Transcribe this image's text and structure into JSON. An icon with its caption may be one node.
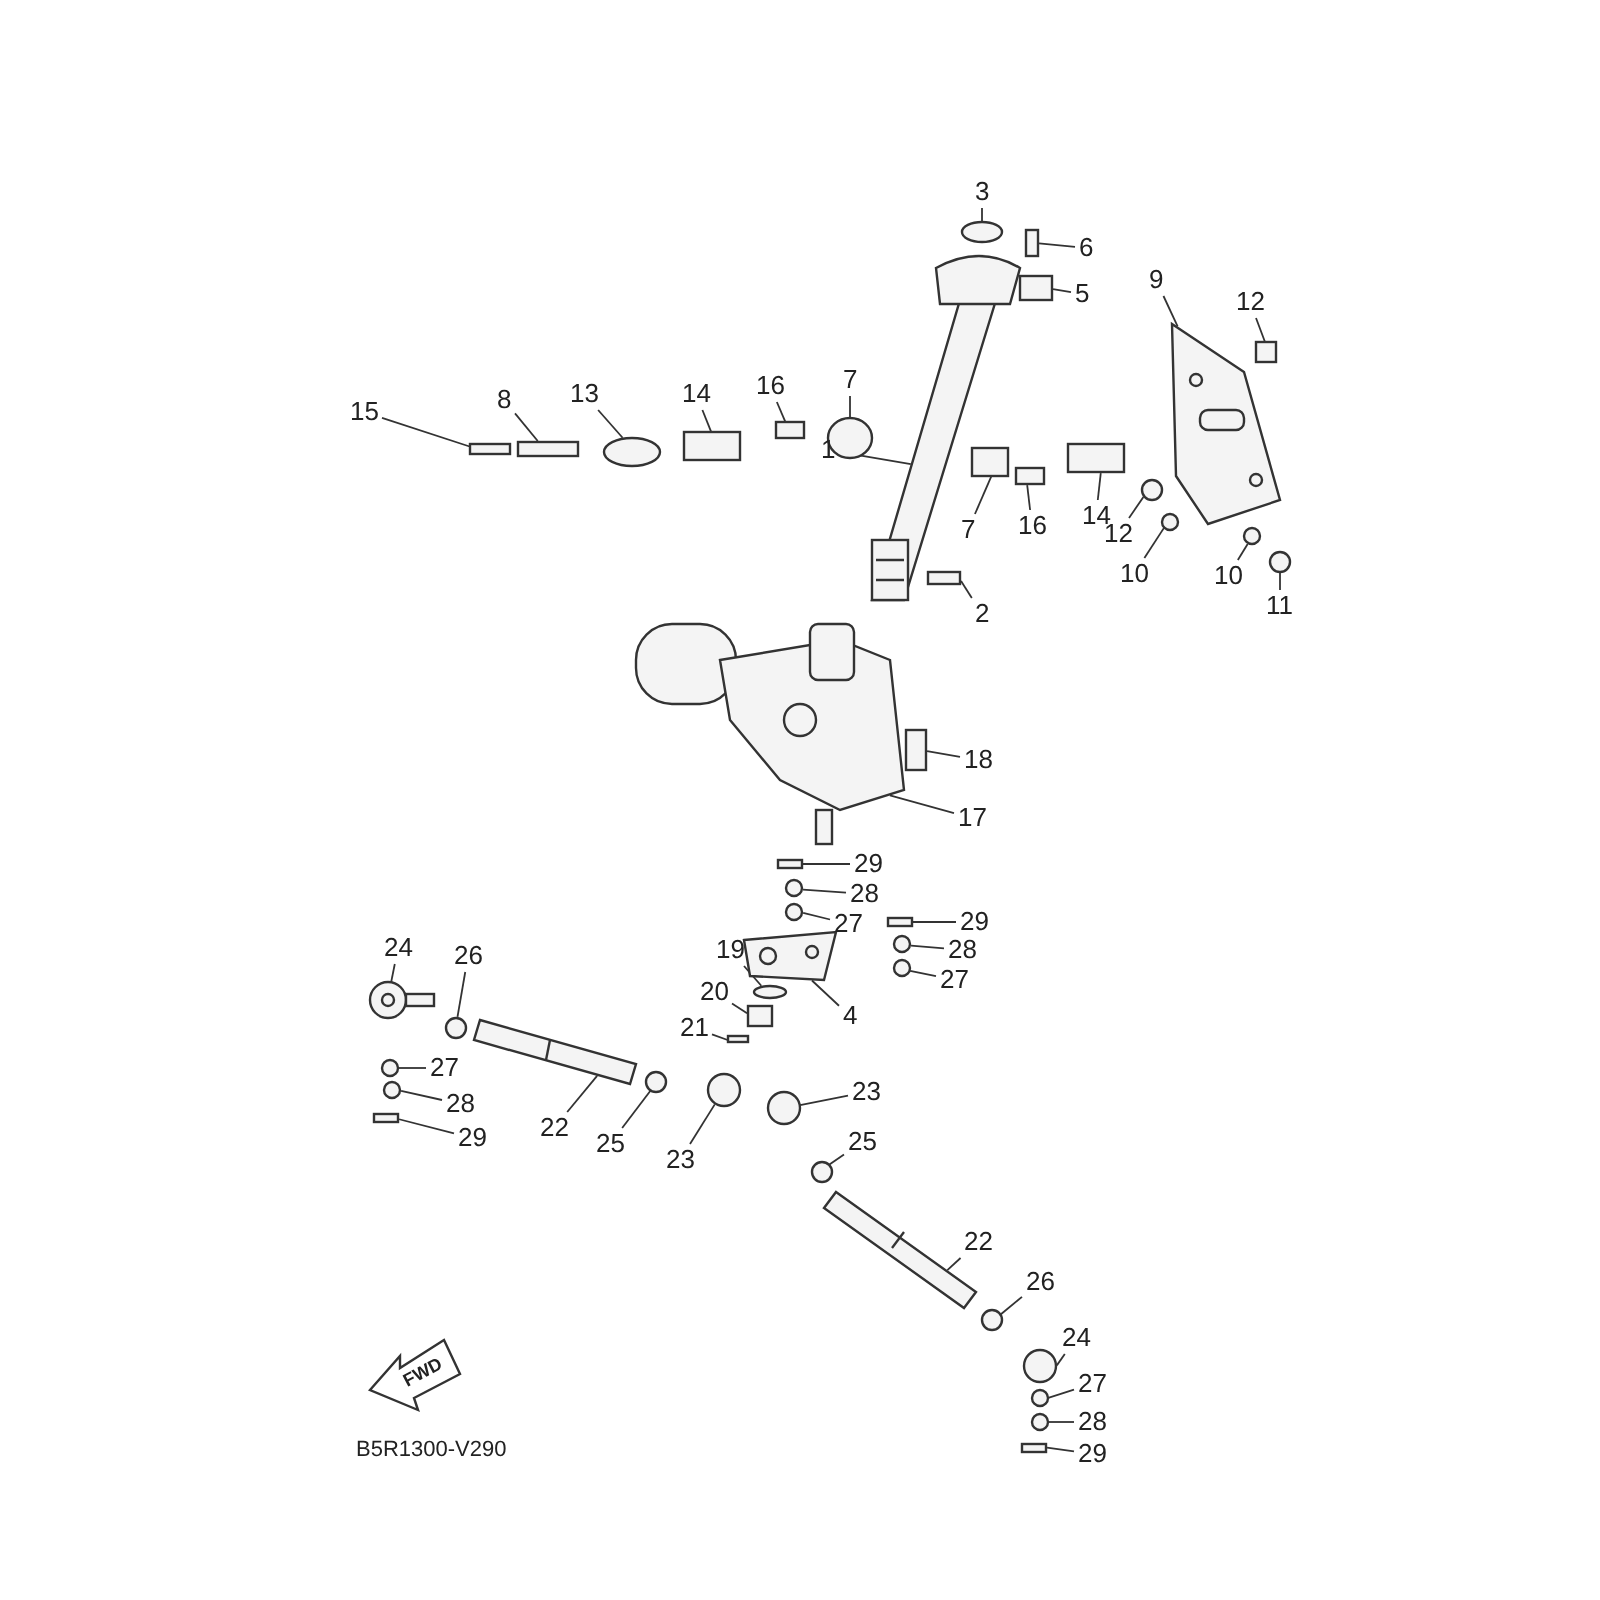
{
  "diagram": {
    "nodes": [
      {
        "text": [
          "3"
        ]
      },
      {
        "text": [
          "6"
        ]
      },
      {
        "text": [
          "5"
        ]
      },
      {
        "text": [
          "9"
        ]
      },
      {
        "text": [
          "12"
        ]
      },
      {
        "text": [
          "15"
        ]
      },
      {
        "text": [
          "8"
        ]
      },
      {
        "text": [
          "13"
        ]
      },
      {
        "text": [
          "14"
        ]
      },
      {
        "text": [
          "16"
        ]
      },
      {
        "text": [
          "7"
        ]
      },
      {
        "text": [
          "1"
        ]
      },
      {
        "text": [
          "7"
        ]
      },
      {
        "text": [
          "16"
        ]
      },
      {
        "text": [
          "14"
        ]
      },
      {
        "text": [
          "12"
        ]
      },
      {
        "text": [
          "10"
        ]
      },
      {
        "text": [
          "10"
        ]
      },
      {
        "text": [
          "11"
        ]
      },
      {
        "text": [
          "2"
        ]
      },
      {
        "text": [
          "18"
        ]
      },
      {
        "text": [
          "17"
        ]
      },
      {
        "text": [
          "29"
        ]
      },
      {
        "text": [
          "28"
        ]
      },
      {
        "text": [
          "27"
        ]
      },
      {
        "text": [
          "29"
        ]
      },
      {
        "text": [
          "28"
        ]
      },
      {
        "text": [
          "27"
        ]
      },
      {
        "text": [
          "24"
        ]
      },
      {
        "text": [
          "26"
        ]
      },
      {
        "text": [
          "19"
        ]
      },
      {
        "text": [
          "20"
        ]
      },
      {
        "text": [
          "21"
        ]
      },
      {
        "text": [
          "4"
        ]
      },
      {
        "text": [
          "27"
        ]
      },
      {
        "text": [
          "28"
        ]
      },
      {
        "text": [
          "29"
        ]
      },
      {
        "text": [
          "22"
        ]
      },
      {
        "text": [
          "25"
        ]
      },
      {
        "text": [
          "23"
        ]
      },
      {
        "text": [
          "23"
        ]
      },
      {
        "text": [
          "25"
        ]
      },
      {
        "text": [
          "22"
        ]
      },
      {
        "text": [
          "26"
        ]
      },
      {
        "text": [
          "24"
        ]
      },
      {
        "text": [
          "27"
        ]
      },
      {
        "text": [
          "28"
        ]
      },
      {
        "text": [
          "29"
        ]
      },
      {
        "text": [],
        "shape": "circle"
      },
      {
        "text": [],
        "shape": "box"
      },
      {
        "text": [],
        "shape": "box"
      },
      {
        "text": [],
        "shape": "picture"
      },
      {
        "text": [],
        "shape": "box"
      },
      {
        "text": [],
        "shape": "box"
      },
      {
        "text": [],
        "shape": "box"
      },
      {
        "text": [],
        "shape": "circle"
      },
      {
        "text": [],
        "shape": "box"
      },
      {
        "text": [],
        "shape": "box"
      },
      {
        "text": [],
        "shape": "circle"
      },
      {
        "text": [],
        "shape": "picture"
      },
      {
        "text": [],
        "shape": "box"
      },
      {
        "text": [],
        "shape": "box"
      },
      {
        "text": [],
        "shape": "box"
      },
      {
        "text": [],
        "shape": "circle"
      },
      {
        "text": [],
        "shape": "circle"
      },
      {
        "text": [],
        "shape": "circle"
      },
      {
        "text": [],
        "shape": "circle"
      },
      {
        "text": [],
        "shape": "box"
      },
      {
        "text": [],
        "shape": "box"
      },
      {
        "text": [],
        "shape": "picture"
      },
      {
        "text": [],
        "shape": "box"
      },
      {
        "text": [],
        "shape": "circle"
      },
      {
        "text": [],
        "shape": "circle"
      },
      {
        "text": [],
        "shape": "box"
      },
      {
        "text": [],
        "shape": "circle"
      },
      {
        "text": [],
        "shape": "circle"
      },
      {
        "text": [],
        "shape": "picture"
      },
      {
        "text": [],
        "shape": "circle"
      },
      {
        "text": [],
        "shape": "circle"
      },
      {
        "text": [],
        "shape": "box"
      },
      {
        "text": [],
        "shape": "box"
      },
      {
        "text": [],
        "shape": "picture"
      },
      {
        "text": [],
        "shape": "circle"
      },
      {
        "text": [],
        "shape": "circle"
      },
      {
        "text": [],
        "shape": "box"
      },
      {
        "text": [],
        "shape": "picture"
      },
      {
        "text": [],
        "shape": "circle"
      },
      {
        "text": [],
        "shape": "circle"
      },
      {
        "text": [],
        "shape": "circle"
      },
      {
        "text": [],
        "shape": "circle"
      },
      {
        "text": [],
        "shape": "picture"
      },
      {
        "text": [],
        "shape": "circle"
      },
      {
        "text": [],
        "shape": "circle"
      },
      {
        "text": [],
        "shape": "circle"
      },
      {
        "text": [],
        "shape": "circle"
      },
      {
        "text": [],
        "shape": "box"
      }
    ],
    "edges": [
      {
        "from": 0,
        "to": 48,
        "arrow": "none"
      },
      {
        "from": 1,
        "to": 49,
        "arrow": "none"
      },
      {
        "from": 2,
        "to": 50,
        "arrow": "none"
      },
      {
        "from": 3,
        "to": 51,
        "arrow": "none"
      },
      {
        "from": 4,
        "to": 52,
        "arrow": "none"
      },
      {
        "from": 5,
        "to": 53,
        "arrow": "none"
      },
      {
        "from": 6,
        "to": 54,
        "arrow": "none"
      },
      {
        "from": 7,
        "to": 55,
        "arrow": "none"
      },
      {
        "from": 8,
        "to": 56,
        "arrow": "none"
      },
      {
        "from": 9,
        "to": 57,
        "arrow": "none"
      },
      {
        "from": 10,
        "to": 58,
        "arrow": "none"
      },
      {
        "from": 11,
        "to": 59,
        "arrow": "none"
      },
      {
        "from": 12,
        "to": 60,
        "arrow": "none"
      },
      {
        "from": 13,
        "to": 61,
        "arrow": "none"
      },
      {
        "from": 14,
        "to": 62,
        "arrow": "none"
      },
      {
        "from": 15,
        "to": 63,
        "arrow": "none"
      },
      {
        "from": 16,
        "to": 64,
        "arrow": "none"
      },
      {
        "from": 17,
        "to": 65,
        "arrow": "none"
      },
      {
        "from": 18,
        "to": 66,
        "arrow": "none"
      },
      {
        "from": 19,
        "to": 67,
        "arrow": "none"
      },
      {
        "from": 20,
        "to": 68,
        "arrow": "none"
      },
      {
        "from": 21,
        "to": 69,
        "arrow": "none"
      },
      {
        "from": 22,
        "to": 70,
        "arrow": "none"
      },
      {
        "from": 23,
        "to": 71,
        "arrow": "none"
      },
      {
        "from": 24,
        "to": 72,
        "arrow": "none"
      },
      {
        "from": 25,
        "to": 73,
        "arrow": "none"
      },
      {
        "from": 26,
        "to": 74,
        "arrow": "none"
      },
      {
        "from": 27,
        "to": 75,
        "arrow": "none"
      },
      {
        "from": 28,
        "to": 76,
        "arrow": "none"
      },
      {
        "from": 29,
        "to": 77,
        "arrow": "none"
      },
      {
        "from": 30,
        "to": 78,
        "arrow": "none"
      },
      {
        "from": 31,
        "to": 79,
        "arrow": "none"
      },
      {
        "from": 32,
        "to": 80,
        "arrow": "none"
      },
      {
        "from": 33,
        "to": 81,
        "arrow": "none"
      },
      {
        "from": 34,
        "to": 82,
        "arrow": "none"
      },
      {
        "from": 35,
        "to": 83,
        "arrow": "none"
      },
      {
        "from": 36,
        "to": 84,
        "arrow": "none"
      },
      {
        "from": 37,
        "to": 85,
        "arrow": "none"
      },
      {
        "from": 38,
        "to": 86,
        "arrow": "none"
      },
      {
        "from": 39,
        "to": 87,
        "arrow": "none"
      },
      {
        "from": 40,
        "to": 88,
        "arrow": "none"
      },
      {
        "from": 41,
        "to": 89,
        "arrow": "none"
      },
      {
        "from": 42,
        "to": 90,
        "arrow": "none"
      },
      {
        "from": 43,
        "to": 91,
        "arrow": "none"
      },
      {
        "from": 44,
        "to": 92,
        "arrow": "none"
      },
      {
        "from": 45,
        "to": 93,
        "arrow": "none"
      },
      {
        "from": 46,
        "to": 94,
        "arrow": "none"
      },
      {
        "from": 47,
        "to": 95,
        "arrow": "none"
      }
    ],
    "labels": [
      "FWD",
      "B5R1300-V290"
    ]
  }
}
